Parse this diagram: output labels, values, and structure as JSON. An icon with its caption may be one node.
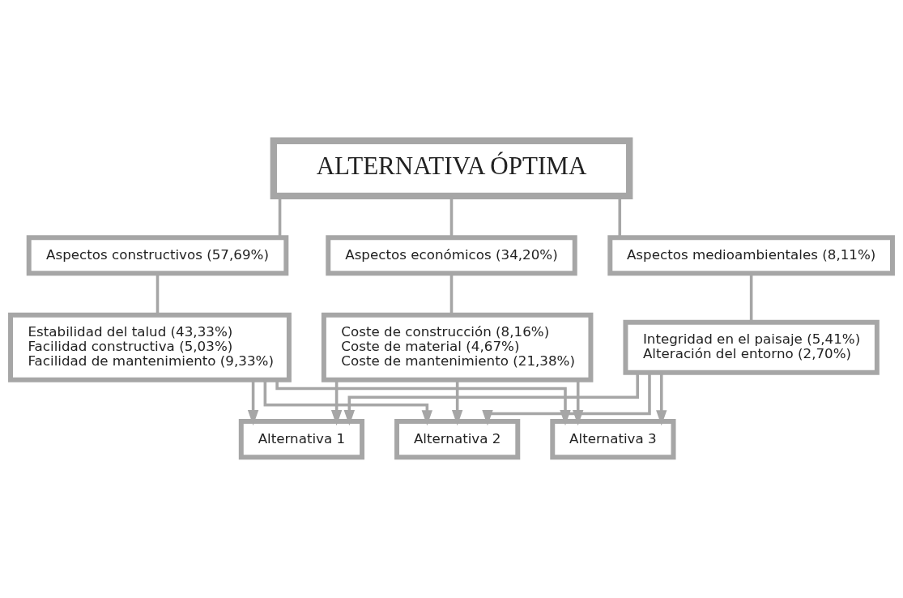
{
  "diagram": {
    "nodes": [
      {
        "text": [
          "ALTERNATIVA ÓPTIMA"
        ]
      },
      {
        "text": [
          "Aspectos constructivos (57,69%)"
        ]
      },
      {
        "text": [
          "Aspectos económicos (34,20%)"
        ]
      },
      {
        "text": [
          "Aspectos medioambientales (8,11%)"
        ]
      },
      {
        "text": [
          "Estabilidad del talud (43,33%)",
          "Facilidad constructiva (5,03%)",
          "Facilidad de mantenimiento (9,33%)"
        ]
      },
      {
        "text": [
          "Coste de construcción (8,16%)",
          "Coste de material (4,67%)",
          "Coste de mantenimiento (21,38%)"
        ]
      },
      {
        "text": [
          "Integridad en el paisaje (5,41%)",
          "Alteración del entorno (2,70%)"
        ]
      },
      {
        "text": [
          "Alternativa 1"
        ]
      },
      {
        "text": [
          "Alternativa 2"
        ]
      },
      {
        "text": [
          "Alternativa 3"
        ]
      }
    ],
    "edges": [
      {
        "from": 0,
        "to": 1,
        "arrow": "none"
      },
      {
        "from": 0,
        "to": 2,
        "arrow": "none"
      },
      {
        "from": 0,
        "to": 3,
        "arrow": "none"
      },
      {
        "from": 1,
        "to": 4,
        "arrow": "none"
      },
      {
        "from": 2,
        "to": 5,
        "arrow": "none"
      },
      {
        "from": 3,
        "to": 6,
        "arrow": "none"
      },
      {
        "from": 4,
        "to": 7,
        "arrow": "to"
      },
      {
        "from": 4,
        "to": 8,
        "arrow": "to"
      },
      {
        "from": 4,
        "to": 9,
        "arrow": "to"
      },
      {
        "from": 5,
        "to": 7,
        "arrow": "to"
      },
      {
        "from": 5,
        "to": 8,
        "arrow": "to"
      },
      {
        "from": 5,
        "to": 9,
        "arrow": "to"
      },
      {
        "from": 6,
        "to": 7,
        "arrow": "to"
      },
      {
        "from": 6,
        "to": 8,
        "arrow": "to"
      },
      {
        "from": 6,
        "to": 9,
        "arrow": "to"
      }
    ]
  }
}
